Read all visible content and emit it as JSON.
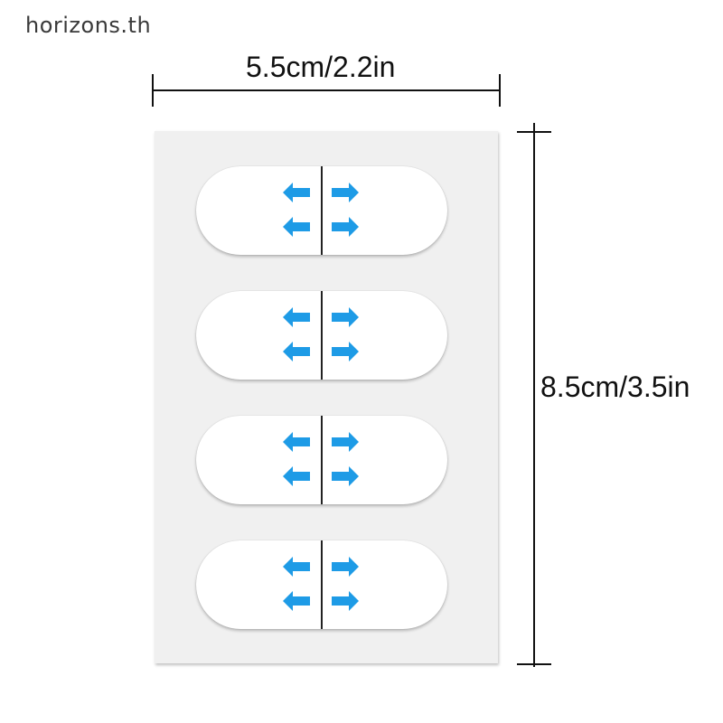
{
  "watermark": "horizons.th",
  "dimensions": {
    "width_label": "5.5cm/2.2in",
    "height_label": "8.5cm/3.5in"
  },
  "product": {
    "strip_count": 4,
    "arrow_icon": "double-arrow-icon",
    "arrow_color": "#1e9be6",
    "sheet_color": "#f0f0f0",
    "strip_color": "#ffffff"
  }
}
